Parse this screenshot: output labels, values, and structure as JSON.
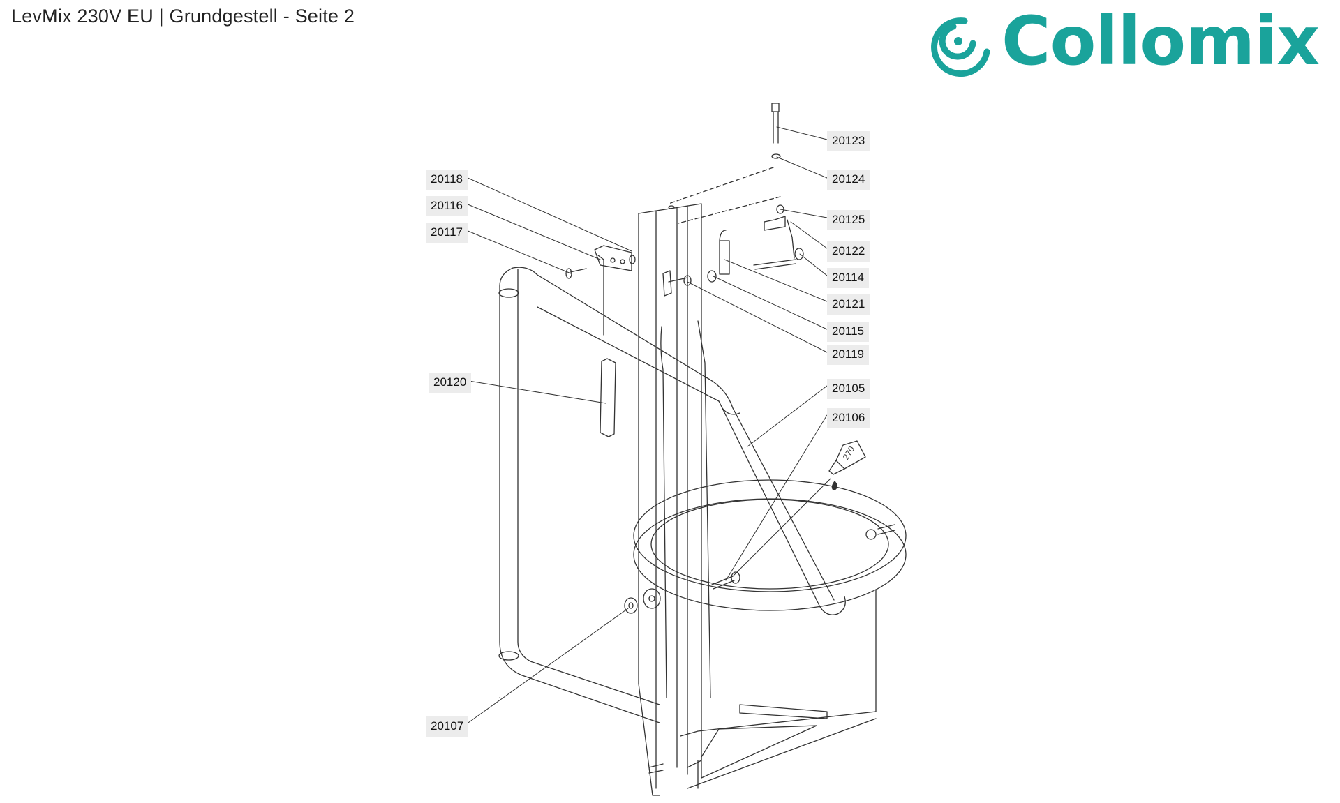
{
  "page": {
    "title": "LevMix 230V EU | Grundgestell - Seite 2"
  },
  "logo": {
    "wordmark": "Collomix",
    "color": "#1aa39b"
  },
  "drawing": {
    "adhesive_label": "270",
    "callouts": [
      {
        "id": "20123",
        "label": "20123"
      },
      {
        "id": "20124",
        "label": "20124"
      },
      {
        "id": "20118",
        "label": "20118"
      },
      {
        "id": "20116",
        "label": "20116"
      },
      {
        "id": "20117",
        "label": "20117"
      },
      {
        "id": "20125",
        "label": "20125"
      },
      {
        "id": "20122",
        "label": "20122"
      },
      {
        "id": "20114",
        "label": "20114"
      },
      {
        "id": "20121",
        "label": "20121"
      },
      {
        "id": "20115",
        "label": "20115"
      },
      {
        "id": "20119",
        "label": "20119"
      },
      {
        "id": "20120",
        "label": "20120"
      },
      {
        "id": "20105",
        "label": "20105"
      },
      {
        "id": "20106",
        "label": "20106"
      },
      {
        "id": "20107",
        "label": "20107"
      }
    ]
  }
}
